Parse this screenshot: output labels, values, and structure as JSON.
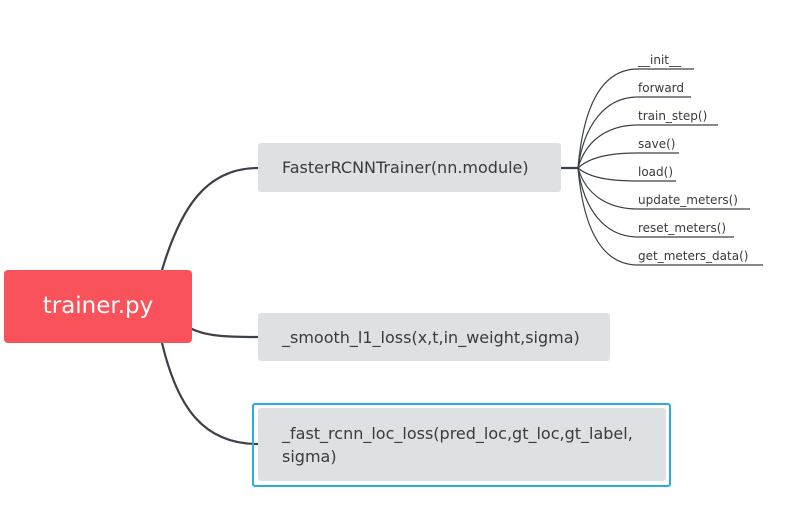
{
  "root": {
    "label": "trainer.py"
  },
  "branches": [
    {
      "label": "FasterRCNNTrainer(nn.module)",
      "children": [
        "__init__",
        "forward",
        "train_step()",
        "save()",
        "load()",
        "update_meters()",
        "reset_meters()",
        "get_meters_data()"
      ]
    },
    {
      "label": "_smooth_l1_loss(x,t,in_weight,sigma)"
    },
    {
      "label": "_fast_rcnn_loc_loss(pred_loc,gt_loc,gt_label, sigma)"
    }
  ],
  "colors": {
    "root": "#f9525a",
    "branch_bg": "#dde1e3",
    "connector": "#3c4048",
    "selection": "#2aace2"
  }
}
